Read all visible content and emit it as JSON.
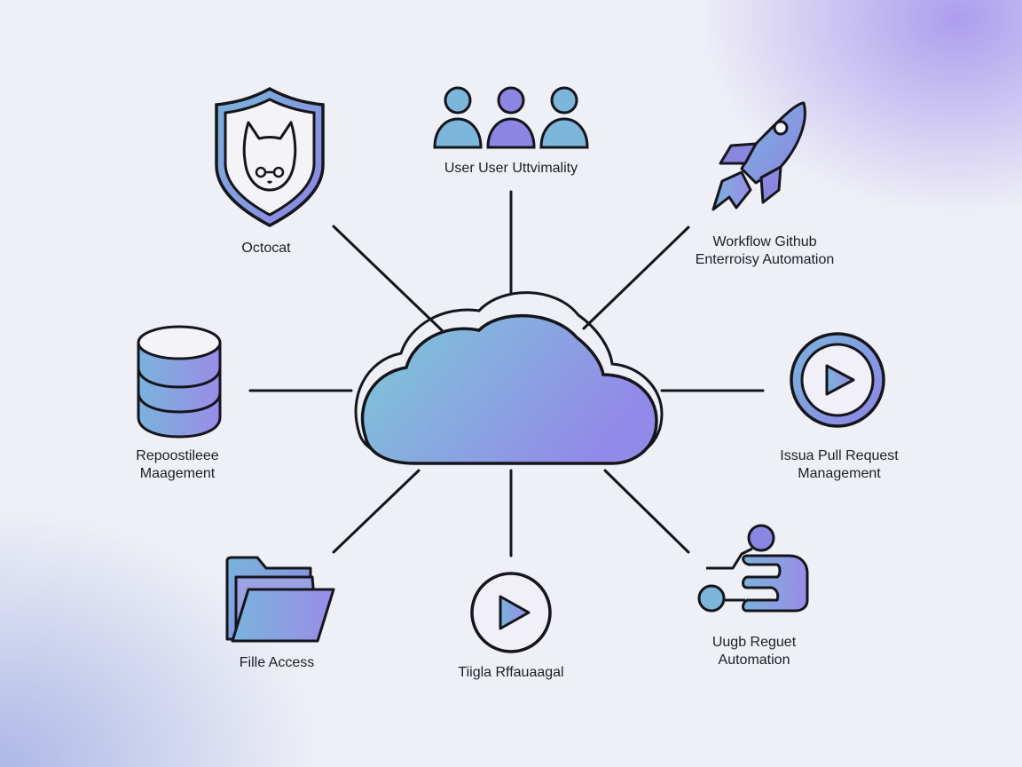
{
  "hub": {
    "icon": "cloud-icon"
  },
  "nodes": [
    {
      "id": "octocat",
      "icon": "cat-shield-icon",
      "lines": [
        "Octocat"
      ]
    },
    {
      "id": "users",
      "icon": "users-icon",
      "lines": [
        "User  User Uttvimality"
      ]
    },
    {
      "id": "workflow",
      "icon": "rocket-icon",
      "lines": [
        "Workflow Github",
        "Enterroisy Automation"
      ]
    },
    {
      "id": "repository",
      "icon": "database-icon",
      "lines": [
        "Repoostileee",
        "Maagement"
      ]
    },
    {
      "id": "issue",
      "icon": "play-circle-icon",
      "lines": [
        "Issua Pull Request",
        "Management"
      ]
    },
    {
      "id": "file",
      "icon": "folder-icon",
      "lines": [
        "Fille Access"
      ]
    },
    {
      "id": "trigger",
      "icon": "play-circle-icon",
      "lines": [
        "Tiigla Rffauaagal"
      ]
    },
    {
      "id": "request",
      "icon": "workflow-nodes-icon",
      "lines": [
        "Uugb Reguet",
        "Automation"
      ]
    }
  ],
  "colors": {
    "accent_teal": "#7cc6d8",
    "accent_purple": "#8d86e6",
    "stroke": "#15151c"
  }
}
